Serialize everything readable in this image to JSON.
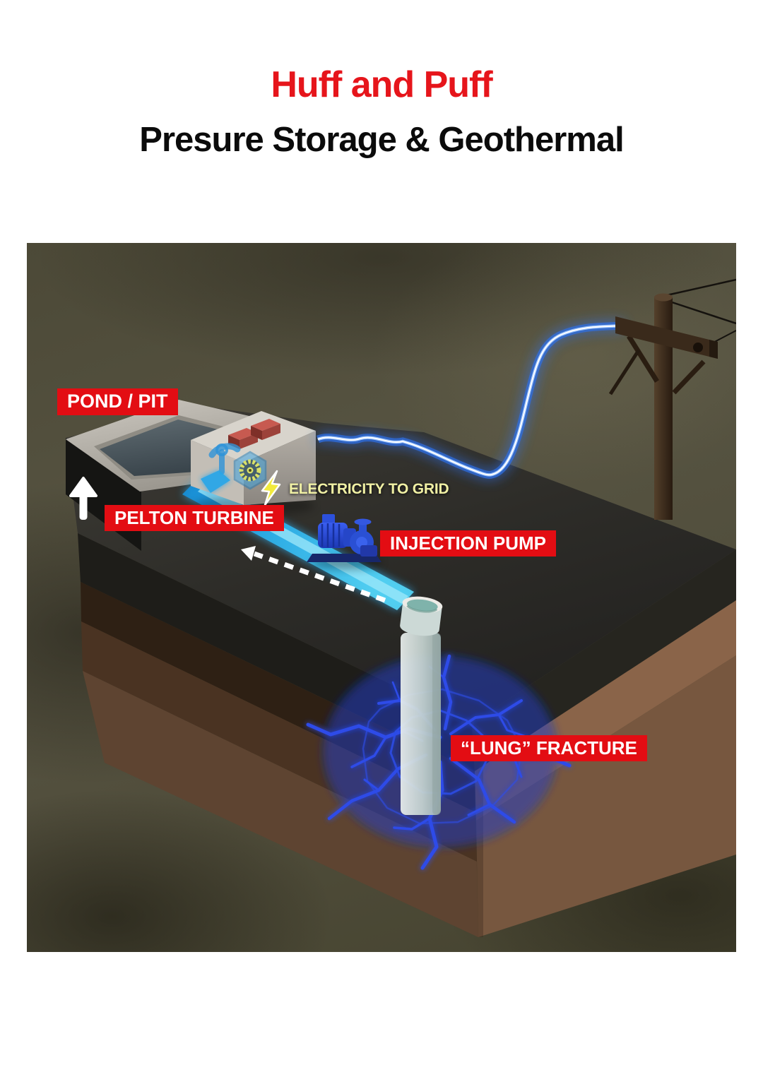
{
  "title": "Huff and Puff",
  "subtitle": "Presure Storage & Geothermal",
  "diagram": {
    "labels": {
      "pond_pit": "POND / PIT",
      "pelton_turbine": "PELTON TURBINE",
      "electricity_to_grid": "ELECTRICITY TO GRID",
      "injection_pump": "INJECTION PUMP",
      "lung_fracture": "“LUNG” FRACTURE"
    },
    "icons": {
      "electricity": "lightning-bolt-icon",
      "water_rise": "up-arrow-icon",
      "flow_direction": "dashed-arrow-icon"
    }
  },
  "theme": {
    "page_bg": "#FFFFFF",
    "title_red": "#E6151B",
    "subtitle_black": "#0B0B0B",
    "label_red": "#E30D13",
    "electricity_yellow": "#F0F0A4",
    "bolt_yellow": "#F2EA3C",
    "water_cyan": "#36B4EC",
    "cable_blue": "#3E78E8",
    "fracture_blue": "#2D4CE8",
    "pump_blue": "#2A50D4",
    "soil_brown": "#77573F",
    "slab_gray": "#32312C"
  }
}
